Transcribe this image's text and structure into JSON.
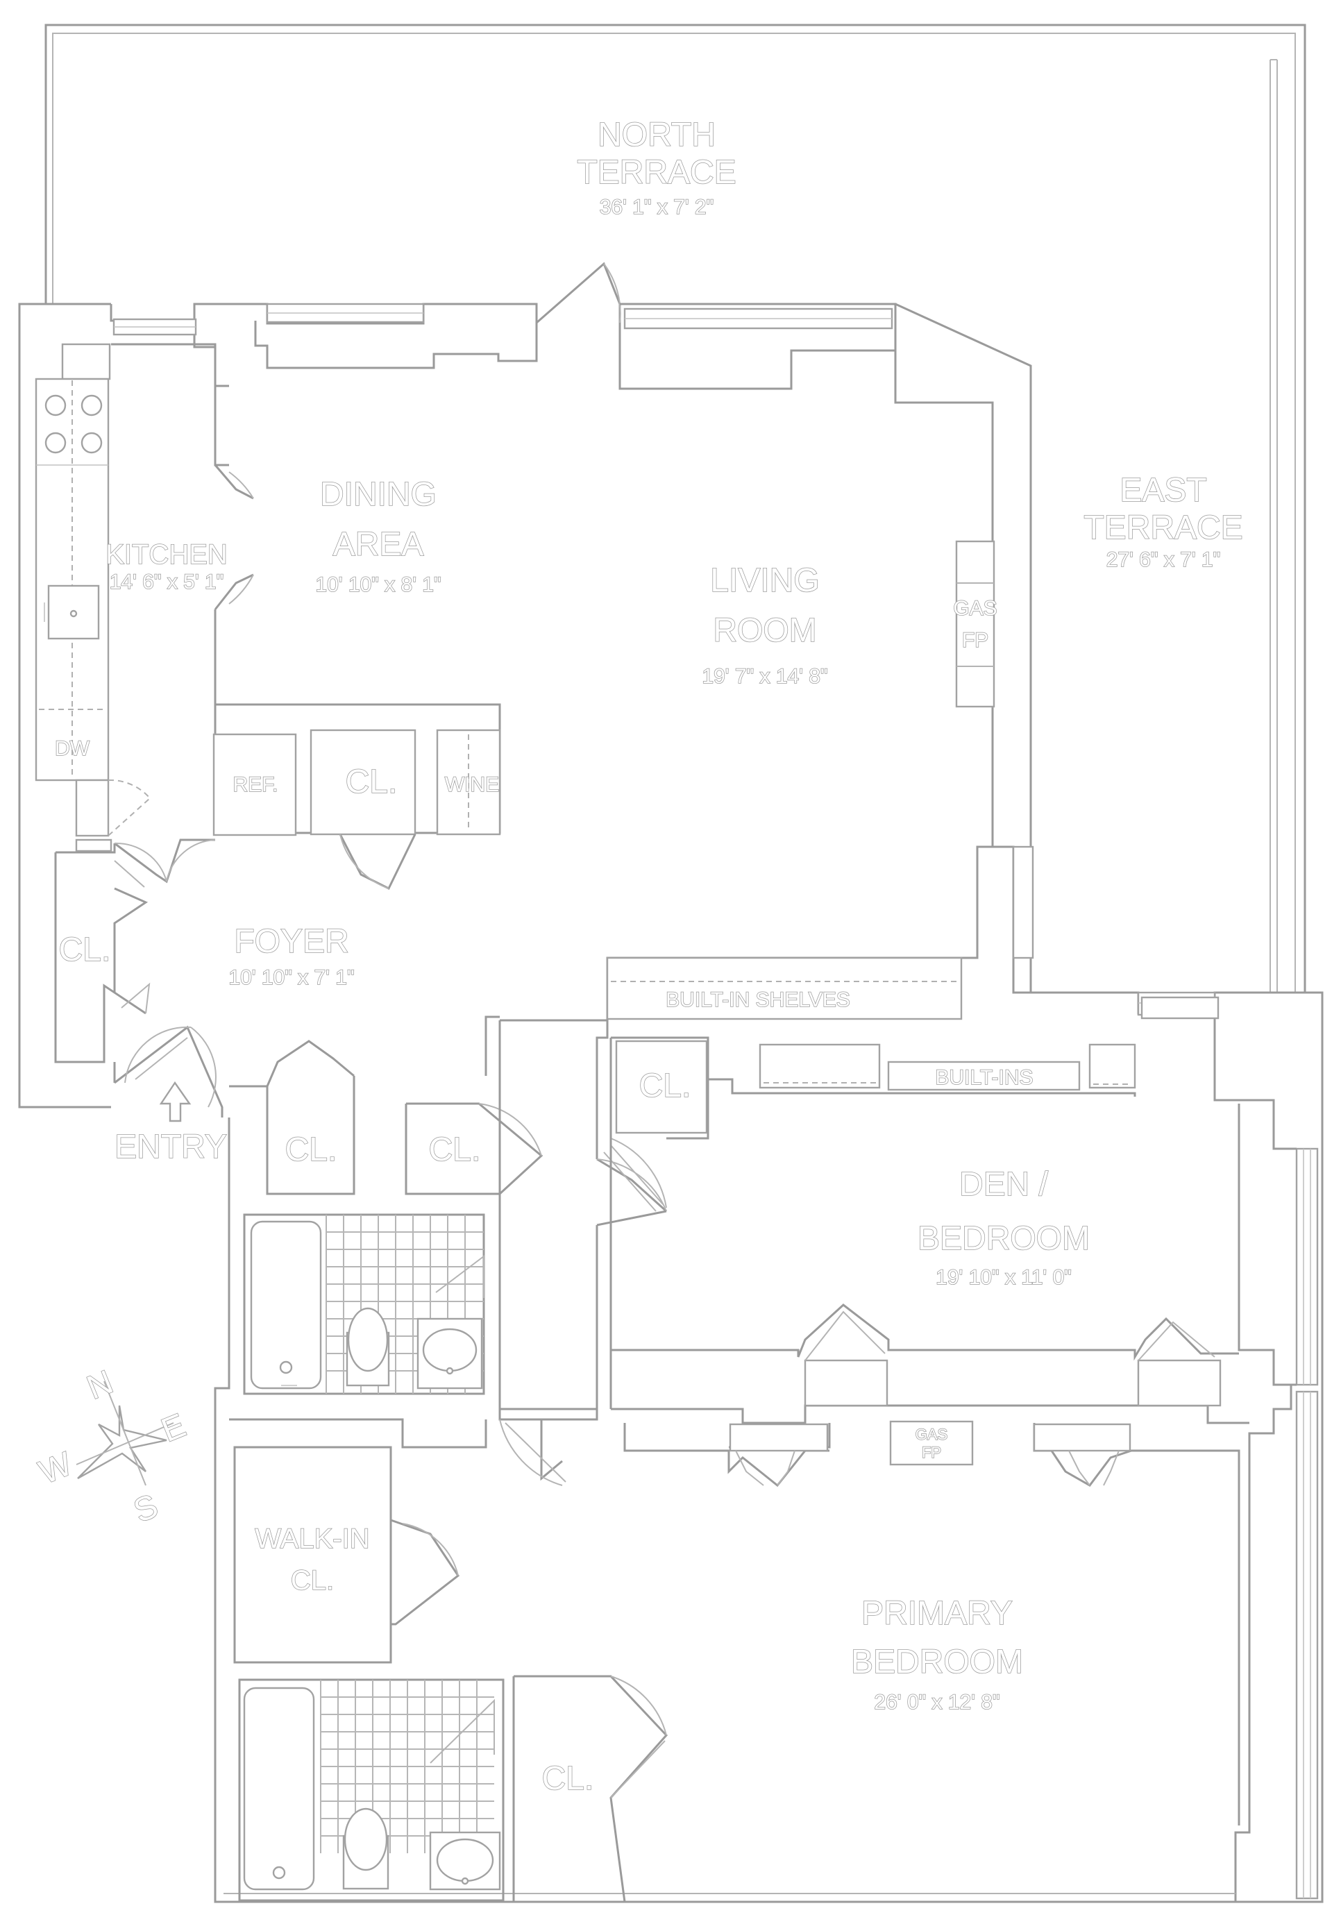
{
  "rooms": {
    "north_terrace": {
      "name_line1": "NORTH",
      "name_line2": "TERRACE",
      "dims": "36' 1\" x 7' 2\""
    },
    "east_terrace": {
      "name_line1": "EAST",
      "name_line2": "TERRACE",
      "dims": "27' 6\" x 7' 1\""
    },
    "kitchen": {
      "name": "KITCHEN",
      "dims": "14' 6\" x 5' 1\""
    },
    "dining_area": {
      "name_line1": "DINING",
      "name_line2": "AREA",
      "dims": "10' 10\" x 8' 1\""
    },
    "living_room": {
      "name_line1": "LIVING",
      "name_line2": "ROOM",
      "dims": "19' 7\" x 14' 8\""
    },
    "foyer": {
      "name": "FOYER",
      "dims": "10' 10\" x 7' 1\""
    },
    "den_bedroom": {
      "name_line1": "DEN /",
      "name_line2": "BEDROOM",
      "dims": "19' 10\" x 11' 0\""
    },
    "walk_in_closet": {
      "name_line1": "WALK-IN",
      "name_line2": "CL."
    },
    "primary_bedroom": {
      "name_line1": "PRIMARY",
      "name_line2": "BEDROOM",
      "dims": "26' 0\" x 12' 8\""
    }
  },
  "fixtures": {
    "dishwasher": "DW",
    "refrigerator": "REF.",
    "wine": "WINE",
    "closet": "CL.",
    "gas_fp_line1": "GAS",
    "gas_fp_line2": "FP",
    "built_in_shelves": "BUILT-IN SHELVES",
    "built_ins": "BUILT-INS"
  },
  "entry": "ENTRY",
  "compass": {
    "n": "N",
    "e": "E",
    "s": "S",
    "w": "W"
  },
  "colors": {
    "lines": "#9a9a9a",
    "background": "#ffffff"
  }
}
